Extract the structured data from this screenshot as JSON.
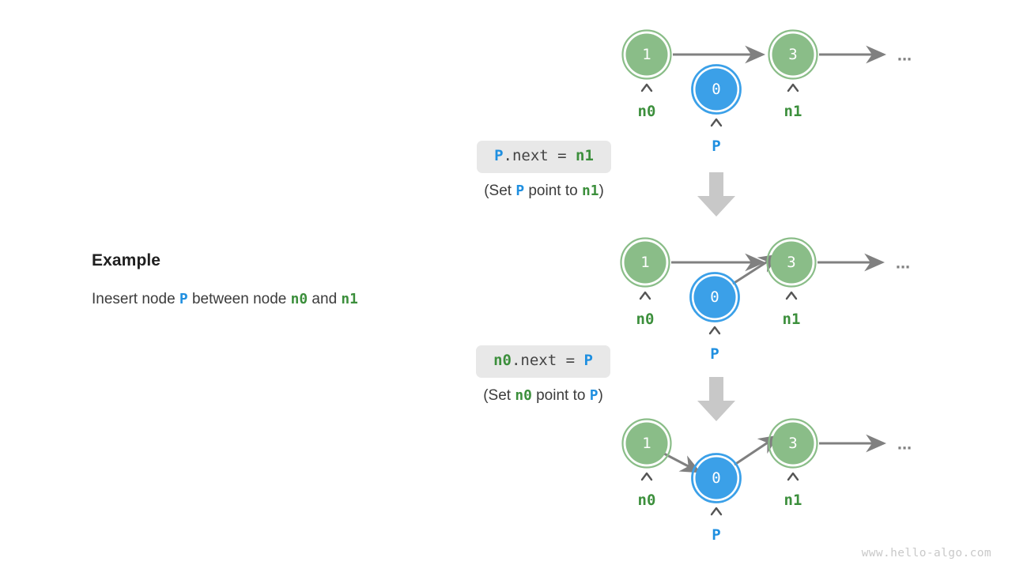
{
  "explanation": {
    "title": "Example",
    "desc_prefix": "Inesert node ",
    "desc_p": "P",
    "desc_mid": " between node ",
    "desc_n0": "n0",
    "desc_and": " and ",
    "desc_n1": "n1"
  },
  "steps": [
    {
      "code": {
        "target": "P",
        "member": ".next = ",
        "value": "n1"
      },
      "caption": {
        "prefix": "(Set ",
        "subject": "P",
        "mid": " point to ",
        "object": "n1",
        "suffix": ")"
      },
      "arrow_icon": "down-block-arrow-icon"
    },
    {
      "code": {
        "target": "n0",
        "member": ".next = ",
        "value": "P"
      },
      "caption": {
        "prefix": "(Set ",
        "subject": "n0",
        "mid": " point to ",
        "object": "P",
        "suffix": ")"
      },
      "arrow_icon": "down-block-arrow-icon"
    }
  ],
  "diagrams": [
    {
      "stage": "initial",
      "nodes": [
        {
          "id": "n0",
          "value": "1",
          "label": "n0",
          "color": "green"
        },
        {
          "id": "p",
          "value": "0",
          "label": "P",
          "color": "blue"
        },
        {
          "id": "n1",
          "value": "3",
          "label": "n1",
          "color": "green"
        }
      ],
      "ellipsis": "...",
      "links": [
        {
          "from": "n0",
          "to": "n1"
        },
        {
          "from": "n1",
          "to": "ellipsis"
        }
      ]
    },
    {
      "stage": "after-p-next-n1",
      "nodes": [
        {
          "id": "n0",
          "value": "1",
          "label": "n0",
          "color": "green"
        },
        {
          "id": "p",
          "value": "0",
          "label": "P",
          "color": "blue"
        },
        {
          "id": "n1",
          "value": "3",
          "label": "n1",
          "color": "green"
        }
      ],
      "ellipsis": "...",
      "links": [
        {
          "from": "n0",
          "to": "n1"
        },
        {
          "from": "p",
          "to": "n1"
        },
        {
          "from": "n1",
          "to": "ellipsis"
        }
      ]
    },
    {
      "stage": "after-n0-next-p",
      "nodes": [
        {
          "id": "n0",
          "value": "1",
          "label": "n0",
          "color": "green"
        },
        {
          "id": "p",
          "value": "0",
          "label": "P",
          "color": "blue"
        },
        {
          "id": "n1",
          "value": "3",
          "label": "n1",
          "color": "green"
        }
      ],
      "ellipsis": "...",
      "links": [
        {
          "from": "n0",
          "to": "p"
        },
        {
          "from": "p",
          "to": "n1"
        },
        {
          "from": "n1",
          "to": "ellipsis"
        }
      ]
    }
  ],
  "colors": {
    "node_green_fill": "#8ABD88",
    "node_green_ring": "#8ABD88",
    "node_blue_fill": "#3BA0E8",
    "node_blue_ring": "#3BA0E8",
    "arrow_gray": "#808080",
    "step_arrow_gray": "#c8c8c8",
    "code_box_bg": "#e8e8e8",
    "label_green": "#3c8f3c",
    "label_blue": "#1f8fe0"
  },
  "watermark": "www.hello-algo.com"
}
